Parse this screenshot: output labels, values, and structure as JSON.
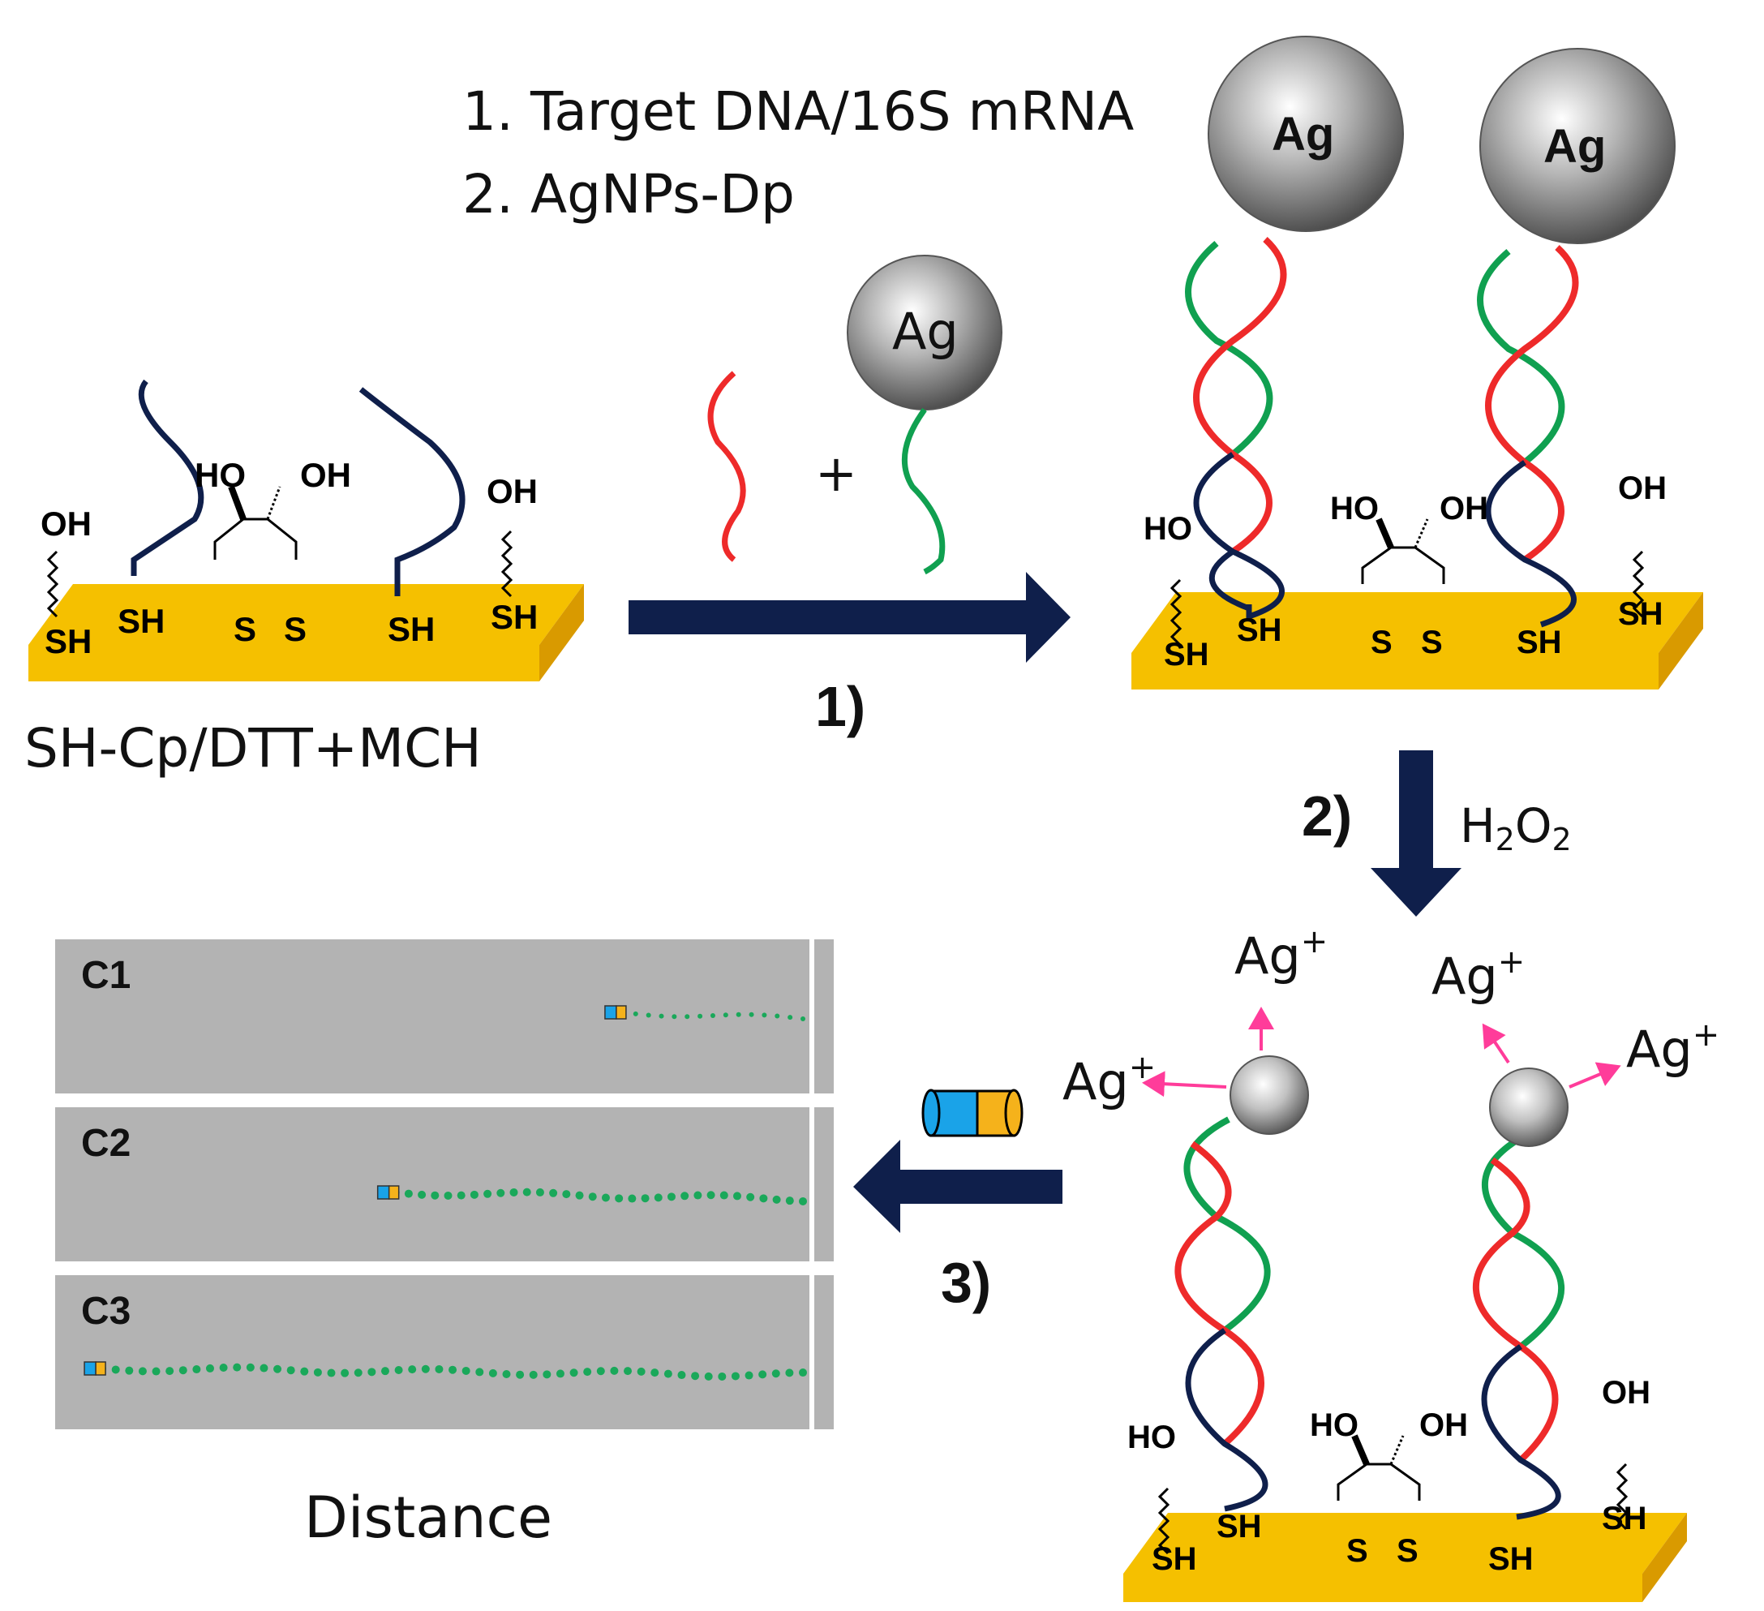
{
  "steps_text": {
    "line1": "1.  Target DNA/16S mRNA",
    "line2": "2.  AgNPs-Dp"
  },
  "electrode_label": "SH-Cp/DTT+MCH",
  "step_labels": {
    "s1": "1)",
    "s2": "2)",
    "s3": "3)"
  },
  "reagent": {
    "h": "H",
    "sub2a": "2",
    "o": "O",
    "sub2b": "2"
  },
  "chem_labels": {
    "oh": "OH",
    "ho": "HO",
    "sh": "SH",
    "s": "S"
  },
  "particle_label": "Ag",
  "plus_sign": "+",
  "ion": {
    "base": "Ag",
    "charge": "+"
  },
  "lanes": [
    {
      "label": "C1",
      "travel": 0.27
    },
    {
      "label": "C2",
      "travel": 0.58
    },
    {
      "label": "C3",
      "travel": 0.98
    }
  ],
  "distance_label": "Distance",
  "colors": {
    "gold": "#f5c000",
    "gold_side": "#d99a00",
    "navy": "#0f1f4b",
    "red": "#ee2a2a",
    "green": "#10a050",
    "pink": "#ff3c9a",
    "lane_bg": "#b3b3b3",
    "dot_green": "#1aa85a",
    "blue_tag": "#1aa3e8",
    "orange_tag": "#f5b21b"
  }
}
